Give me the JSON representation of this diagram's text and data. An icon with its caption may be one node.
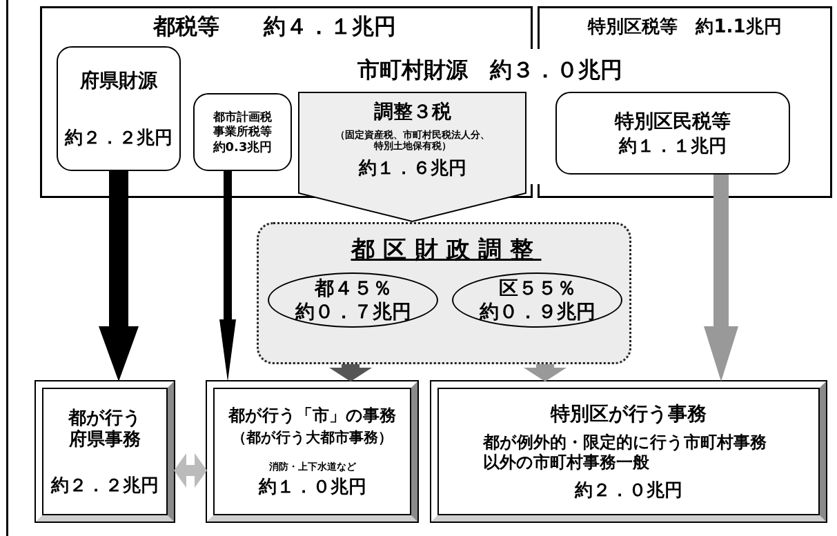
{
  "diagram": {
    "nodes": [
      {
        "text": [
          "都税等　　約４．１兆円"
        ]
      },
      {
        "text": [
          "特別区税等　約1.1兆円"
        ]
      },
      {
        "text": [
          "府県財源",
          "約２．２兆円"
        ],
        "in": 0
      },
      {
        "text": [
          "都市計画税事業所税等",
          "約0.3兆円"
        ],
        "in": 0
      },
      {
        "text": [
          "調整３税",
          "（固定資産税、市町村民税法人分、特別土地保有税）",
          "約１．６兆円"
        ]
      },
      {
        "text": [
          "特別区民税等",
          "約１．１兆円"
        ],
        "in": 1
      },
      {
        "text": [
          "都区財政調整"
        ]
      },
      {
        "text": [
          "都４５％",
          "約０．７兆円"
        ],
        "in": 6
      },
      {
        "text": [
          "区５５％",
          "約０．９兆円"
        ],
        "in": 6
      },
      {
        "text": [
          "都が行う府県事務",
          "約２．２兆円"
        ]
      },
      {
        "text": [
          "都が行う「市」の事務",
          "（都が行う大都市事務）",
          "消防・上下水道など",
          "約１．０兆円"
        ]
      },
      {
        "text": [
          "特別区が行う事務",
          "都が例外的・限定的に行う市町村事務以外の市町村事務一般",
          "約２．０兆円"
        ]
      }
    ],
    "edges": [
      {
        "from": 2,
        "to": 9,
        "arrow": "to"
      },
      {
        "from": 3,
        "to": 10,
        "arrow": "to"
      },
      {
        "from": 6,
        "to": 10,
        "arrow": "to",
        "color": "#555555"
      },
      {
        "from": 6,
        "to": 11,
        "arrow": "to",
        "color": "#999999"
      },
      {
        "from": 5,
        "to": 11,
        "arrow": "to",
        "color": "#999999"
      },
      {
        "from": 9,
        "to": 10,
        "arrow": "both",
        "color": "#bbbbbb"
      }
    ],
    "labels": [
      "市町村財源　約３．０兆円"
    ]
  }
}
